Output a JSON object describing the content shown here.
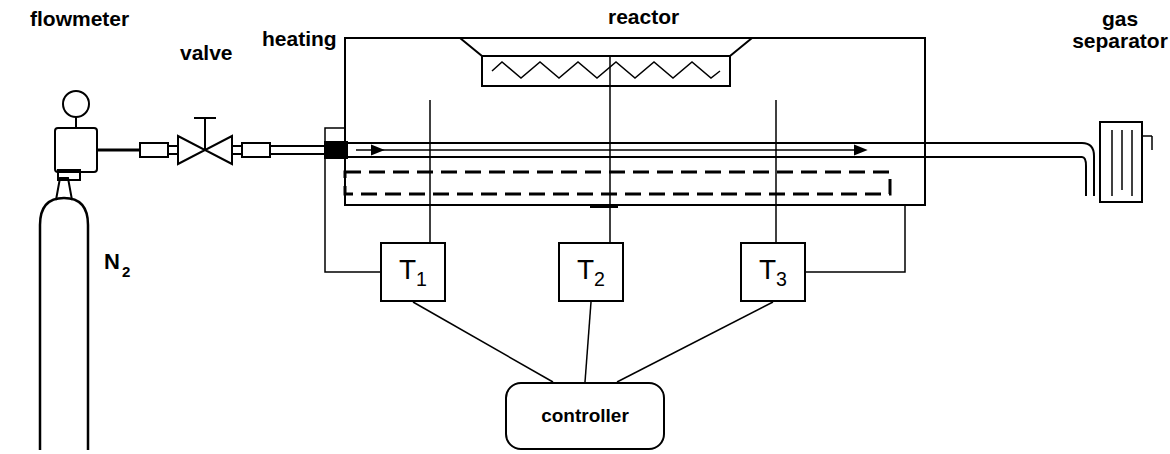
{
  "diagram": {
    "nodes": [
      {
        "text": [
          "T",
          "1"
        ]
      },
      {
        "text": [
          "T",
          "2"
        ]
      },
      {
        "text": [
          "T",
          "3"
        ]
      },
      {
        "text": [
          "controller"
        ]
      }
    ],
    "edges": [
      {
        "from": 0,
        "to": 3,
        "arrow": "none"
      },
      {
        "from": 1,
        "to": 3,
        "arrow": "none"
      },
      {
        "from": 2,
        "to": 3,
        "arrow": "none"
      }
    ],
    "labels": [
      "reactor",
      "flowmeter",
      "valve",
      "heating",
      "gas separator",
      "N",
      "2"
    ]
  }
}
